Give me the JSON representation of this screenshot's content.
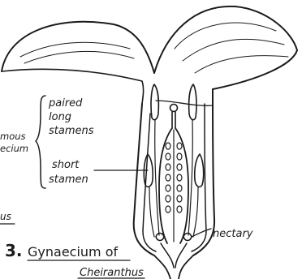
{
  "labels": {
    "paired_long_stamens": [
      "paired",
      "long",
      "stamens"
    ],
    "tetradynamous": [
      "mous",
      "ecium"
    ],
    "short_stamen": [
      "short",
      "stamen"
    ],
    "nectary": "nectary",
    "fig_number": "3.",
    "fig_caption_line1": "Gynaecium of",
    "fig_caption_line2": "Cheiranthus",
    "left_fragment": "us"
  }
}
